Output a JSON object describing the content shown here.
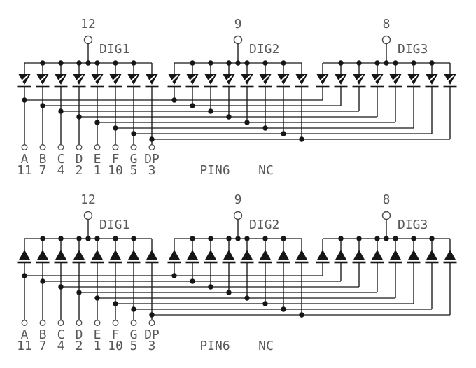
{
  "schematic": {
    "background": "#ffffff",
    "line_color": "#161616",
    "text_color": "#585858",
    "digits": [
      {
        "pin_number": "12",
        "label": "DIG1"
      },
      {
        "pin_number": "9",
        "label": "DIG2"
      },
      {
        "pin_number": "8",
        "label": "DIG3"
      }
    ],
    "segments": [
      {
        "letter": "A",
        "pin_number": "11"
      },
      {
        "letter": "B",
        "pin_number": "7"
      },
      {
        "letter": "C",
        "pin_number": "4"
      },
      {
        "letter": "D",
        "pin_number": "2"
      },
      {
        "letter": "E",
        "pin_number": "1"
      },
      {
        "letter": "F",
        "pin_number": "10"
      },
      {
        "letter": "G",
        "pin_number": "5"
      },
      {
        "letter": "DP",
        "pin_number": "3"
      }
    ],
    "note": {
      "pin6_label": "PIN6",
      "nc_label": "NC"
    },
    "diagrams": [
      {
        "position": "top",
        "diode_direction": "down"
      },
      {
        "position": "bottom",
        "diode_direction": "up"
      }
    ]
  }
}
